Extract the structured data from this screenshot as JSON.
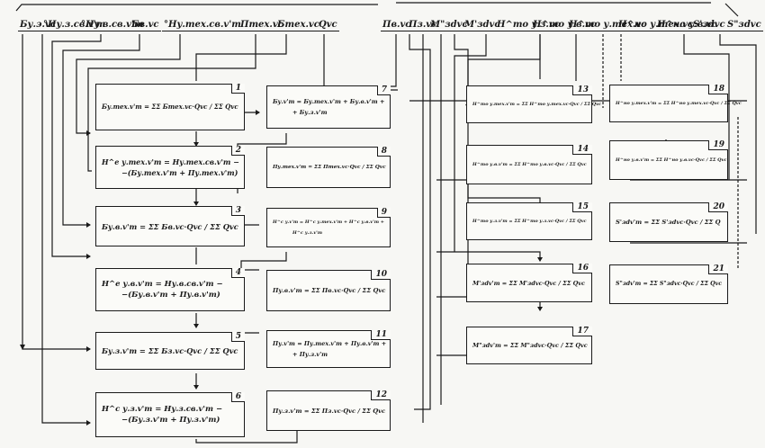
{
  "diagram": {
    "type": "block-scheme",
    "inputs": [
      {
        "id": "in1",
        "label": "Бу.э.vс"
      },
      {
        "id": "in2",
        "label": "°Ну.з.св.v'm"
      },
      {
        "id": "in3",
        "label": "°Ну.в.св.v'm"
      },
      {
        "id": "in4",
        "label": "Бв.vс"
      },
      {
        "id": "in5",
        "label": "°Ну.тех.св.v'm"
      },
      {
        "id": "in6",
        "label": "Птех.vс"
      },
      {
        "id": "in7",
        "label": "Бтех.vс"
      },
      {
        "id": "in8",
        "label": "Qvс"
      },
      {
        "id": "in9",
        "label": "Пв.vс"
      },
      {
        "id": "in10",
        "label": "Пз.vс"
      },
      {
        "id": "in11",
        "label": "М\"зdvс"
      },
      {
        "id": "in12",
        "label": "М'зdvс"
      },
      {
        "id": "in13",
        "label": "Н^то у.з.vс"
      },
      {
        "id": "in14",
        "label": "Н^то у.в.vс"
      },
      {
        "id": "in15",
        "label": "Н^то у.тех.vс"
      },
      {
        "id": "in16",
        "label": "Н^но у.тех.vс"
      },
      {
        "id": "in17",
        "label": "Н^но у.в.vс"
      },
      {
        "id": "in18",
        "label": "S'зdvс"
      },
      {
        "id": "in19",
        "label": "S\"зdvс"
      }
    ],
    "blocks": [
      {
        "n": "1",
        "line1": "Бу.тех.v'm = ΣΣ Бтех.vс·Qvс / ΣΣ Qvс",
        "line2": ""
      },
      {
        "n": "2",
        "line1": "Н^е у.тех.v'm = Ну.тех.св.v'm −",
        "line2": "−(Бу.тех.v'm + Пу.тех.v'm)"
      },
      {
        "n": "3",
        "line1": "Бу.в.v'm = ΣΣ Бв.vс·Qvс / ΣΣ Qvс",
        "line2": ""
      },
      {
        "n": "4",
        "line1": "Н^е у.в.v'm = Ну.в.св.v'm −",
        "line2": "−(Бу.в.v'm + Пу.в.v'm)"
      },
      {
        "n": "5",
        "line1": "Бу.з.v'm = ΣΣ Бз.vс·Qvс / ΣΣ Qvс",
        "line2": ""
      },
      {
        "n": "6",
        "line1": "Н^с у.з.v'm = Ну.з.св.v'm −",
        "line2": "−(Бу.з.v'm + Пу.з.v'm)"
      },
      {
        "n": "7",
        "line1": "Бу.v'm = Бу.тех.v'm + Бу.в.v'm +",
        "line2": "+ Бу.з.v'm"
      },
      {
        "n": "8",
        "line1": "Пу.тех.v'm = ΣΣ Птех.vс·Qvс / ΣΣ Qvс",
        "line2": ""
      },
      {
        "n": "9",
        "line1": "Н^с у.v'm = Н^с у.тех.v'm + Н^с у.в.v'm +",
        "line2": "Н^с у.з.v'm"
      },
      {
        "n": "10",
        "line1": "Пу.в.v'm = ΣΣ Пв.vс·Qvс / ΣΣ Qvс",
        "line2": ""
      },
      {
        "n": "11",
        "line1": "Пу.v'm = Пу.тех.v'm + Пу.в.v'm +",
        "line2": "+ Пу.з.v'm"
      },
      {
        "n": "12",
        "line1": "Пу.з.v'm = ΣΣ Пз.vс·Qvс / ΣΣ Qvс",
        "line2": ""
      },
      {
        "n": "13",
        "line1": "Н^то у.тех.v'm = ΣΣ Н^то у.тех.vс·Qvс / ΣΣ Qvс",
        "line2": ""
      },
      {
        "n": "14",
        "line1": "Н^то у.в.v'm = ΣΣ Н^то у.в.vс·Qvс / ΣΣ Qvс",
        "line2": ""
      },
      {
        "n": "15",
        "line1": "Н^то у.з.v'm = ΣΣ Н^то у.з.vс·Qvс / ΣΣ Qvс",
        "line2": ""
      },
      {
        "n": "16",
        "line1": "М'зdv'm = ΣΣ М'зdvс·Qvс / ΣΣ Qvс",
        "line2": ""
      },
      {
        "n": "17",
        "line1": "М\"зdv'm = ΣΣ М\"зdvс·Qvс / ΣΣ Qvс",
        "line2": ""
      },
      {
        "n": "18",
        "line1": "Н^но у.тех.v'm = ΣΣ Н^но у.тех.vс·Qvс / ΣΣ Qvс",
        "line2": ""
      },
      {
        "n": "19",
        "line1": "Н^но у.в.v'm = ΣΣ Н^но у.в.vс·Qvс / ΣΣ Qvс",
        "line2": ""
      },
      {
        "n": "20",
        "line1": "S'зdv'm = ΣΣ S'зdvс·Qvс / ΣΣ Q",
        "line2": ""
      },
      {
        "n": "21",
        "line1": "S\"зdv'm = ΣΣ S\"зdvс·Qvс / ΣΣ Qvс",
        "line2": ""
      }
    ]
  }
}
